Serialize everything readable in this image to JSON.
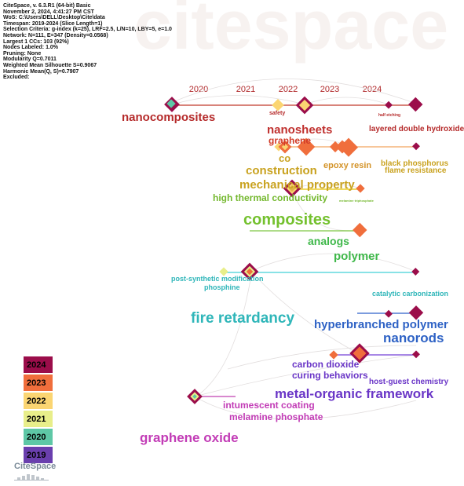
{
  "info": {
    "lines": [
      "CiteSpace, v. 6.3.R1 (64-bit) Basic",
      "November 2, 2024, 4:41:27 PM CST",
      "WoS: C:\\Users\\DELL\\Desktop\\Cite\\data",
      "Timespan: 2019-2024 (Slice Length=1)",
      "Selection Criteria: g-index (k=25), LRF=2.5, L/N=10, LBY=5, e=1.0",
      "Network: N=111, E=347 (Density=0.0568)",
      "Largest 1 CCs: 103 (92%)",
      "Nodes Labeled: 1.0%",
      "Pruning: None",
      "Modularity Q=0.7011",
      "Weighted Mean Silhouette S=0.9067",
      "Harmonic Mean(Q, S)=0.7907",
      "Excluded:"
    ]
  },
  "watermark": "citespace",
  "years": [
    "2020",
    "2021",
    "2022",
    "2023",
    "2024"
  ],
  "colors": {
    "y2024": "#9b0d4a",
    "y2023": "#f06e3c",
    "y2022": "#fbd572",
    "y2021": "#e8ee8a",
    "y2020": "#5ec7a6",
    "y2019": "#6a3fae",
    "link": "#dcdcdc"
  },
  "legend": [
    {
      "year": "2024",
      "color": "#9b0d4a"
    },
    {
      "year": "2023",
      "color": "#f06e3c"
    },
    {
      "year": "2022",
      "color": "#fbd572"
    },
    {
      "year": "2021",
      "color": "#e8ee8a"
    },
    {
      "year": "2020",
      "color": "#5ec7a6"
    },
    {
      "year": "2019",
      "color": "#6a3fae"
    }
  ],
  "logo": "CiteSpace",
  "clusters": [
    {
      "id": "nanocomposites",
      "line_color": "#c0392b"
    },
    {
      "id": "graphene",
      "line_color": "#ff6b4a"
    },
    {
      "id": "construction",
      "line_color": "#e6c200"
    },
    {
      "id": "composites",
      "line_color": "#7ec843"
    },
    {
      "id": "phosphine",
      "line_color": "#40d0d8"
    },
    {
      "id": "fire-retardancy",
      "line_color": "#2f62c9"
    },
    {
      "id": "metal-organic",
      "line_color": "#7340d8"
    },
    {
      "id": "graphene-oxide",
      "line_color": "#c040b0"
    }
  ],
  "labels": [
    {
      "text": "nanocomposites",
      "color": "#b52a2a",
      "size": 15
    },
    {
      "text": "safety",
      "color": "#b52a2a",
      "size": 7
    },
    {
      "text": "half etching",
      "color": "#b52a2a",
      "size": 5
    },
    {
      "text": "layered double hydroxide",
      "color": "#b52a2a",
      "size": 10
    },
    {
      "text": "nanosheets",
      "color": "#c0302e",
      "size": 15
    },
    {
      "text": "graphene",
      "color": "#d23c28",
      "size": 12
    },
    {
      "text": "co",
      "color": "#c9a21f",
      "size": 13
    },
    {
      "text": "epoxy resin",
      "color": "#d4942a",
      "size": 11
    },
    {
      "text": "black phosphorus",
      "color": "#c9a21f",
      "size": 10
    },
    {
      "text": "flame resistance",
      "color": "#c9a21f",
      "size": 10
    },
    {
      "text": "construction",
      "color": "#c9a21f",
      "size": 15
    },
    {
      "text": "mechanical property",
      "color": "#c9a21f",
      "size": 15
    },
    {
      "text": "high thermal conductivity",
      "color": "#74b82e",
      "size": 12
    },
    {
      "text": "melamine triphosphate",
      "color": "#74b82e",
      "size": 4
    },
    {
      "text": "composites",
      "color": "#74c12e",
      "size": 20
    },
    {
      "text": "analogs",
      "color": "#3fb84a",
      "size": 14
    },
    {
      "text": "polymer",
      "color": "#3fb84a",
      "size": 15
    },
    {
      "text": "post-synthetic modification",
      "color": "#2fb6b9",
      "size": 9
    },
    {
      "text": "phosphine",
      "color": "#2fb6b9",
      "size": 9
    },
    {
      "text": "catalytic carbonization",
      "color": "#2fb6b9",
      "size": 9
    },
    {
      "text": "fire retardancy",
      "color": "#2fb6b9",
      "size": 19
    },
    {
      "text": "hyperbranched polymer",
      "color": "#2e62c5",
      "size": 15
    },
    {
      "text": "nanorods",
      "color": "#2e62c5",
      "size": 17
    },
    {
      "text": "carbon dioxide",
      "color": "#6a36c7",
      "size": 12
    },
    {
      "text": "curing behaviors",
      "color": "#6a36c7",
      "size": 12
    },
    {
      "text": "host-guest chemistry",
      "color": "#6a36c7",
      "size": 10
    },
    {
      "text": "metal-organic framework",
      "color": "#6a36c7",
      "size": 17
    },
    {
      "text": "intumescent coating",
      "color": "#c23cb6",
      "size": 12
    },
    {
      "text": "melamine phosphate",
      "color": "#c23cb6",
      "size": 12
    },
    {
      "text": "graphene oxide",
      "color": "#c23cb6",
      "size": 17
    }
  ],
  "nodes": [
    {
      "name": "n-nanocomposites-a",
      "year": "2020",
      "ring": "2024",
      "r": 8
    },
    {
      "name": "n-nanocomposites-b",
      "year": "2022",
      "ring": "2022",
      "r": 6
    },
    {
      "name": "n-nanocomposites-c",
      "year": "2022",
      "ring": "2024",
      "r": 10
    },
    {
      "name": "n-nanocomposites-d",
      "year": "2024",
      "ring": "2024",
      "r": 4
    },
    {
      "name": "n-nanocomposites-e",
      "year": "2024",
      "ring": "2024",
      "r": 8
    },
    {
      "name": "n-graphene-a",
      "year": "2022",
      "ring": "2022",
      "r": 4
    },
    {
      "name": "n-graphene-b",
      "year": "2022",
      "ring": "2023",
      "r": 7
    },
    {
      "name": "n-graphene-c",
      "year": "2023",
      "ring": "2023",
      "r": 10
    },
    {
      "name": "n-graphene-d",
      "year": "2023",
      "ring": "2023",
      "r": 6
    },
    {
      "name": "n-graphene-e",
      "year": "2023",
      "ring": "2023",
      "r": 11
    },
    {
      "name": "n-graphene-f",
      "year": "2024",
      "ring": "2024",
      "r": 4
    },
    {
      "name": "n-construction-a",
      "year": "2022",
      "ring": "2024",
      "r": 10
    },
    {
      "name": "n-construction-b",
      "year": "2023",
      "ring": "2023",
      "r": 4
    },
    {
      "name": "n-composites-a",
      "year": "2023",
      "ring": "2023",
      "r": 8
    },
    {
      "name": "n-phosphine-a",
      "year": "2021",
      "ring": "2021",
      "r": 4
    },
    {
      "name": "n-phosphine-b",
      "year": "2021",
      "ring": "2024",
      "r": 10
    },
    {
      "name": "n-phosphine-c",
      "year": "2024",
      "ring": "2024",
      "r": 4
    },
    {
      "name": "n-fire-a",
      "year": "2024",
      "ring": "2024",
      "r": 4
    },
    {
      "name": "n-fire-b",
      "year": "2024",
      "ring": "2024",
      "r": 8
    },
    {
      "name": "n-mof-a",
      "year": "2023",
      "ring": "2023",
      "r": 4
    },
    {
      "name": "n-mof-b",
      "year": "2023",
      "ring": "2024",
      "r": 11
    },
    {
      "name": "n-mof-c",
      "year": "2024",
      "ring": "2024",
      "r": 4
    },
    {
      "name": "n-go-a",
      "year": "2020",
      "ring": "2024",
      "r": 8
    }
  ]
}
